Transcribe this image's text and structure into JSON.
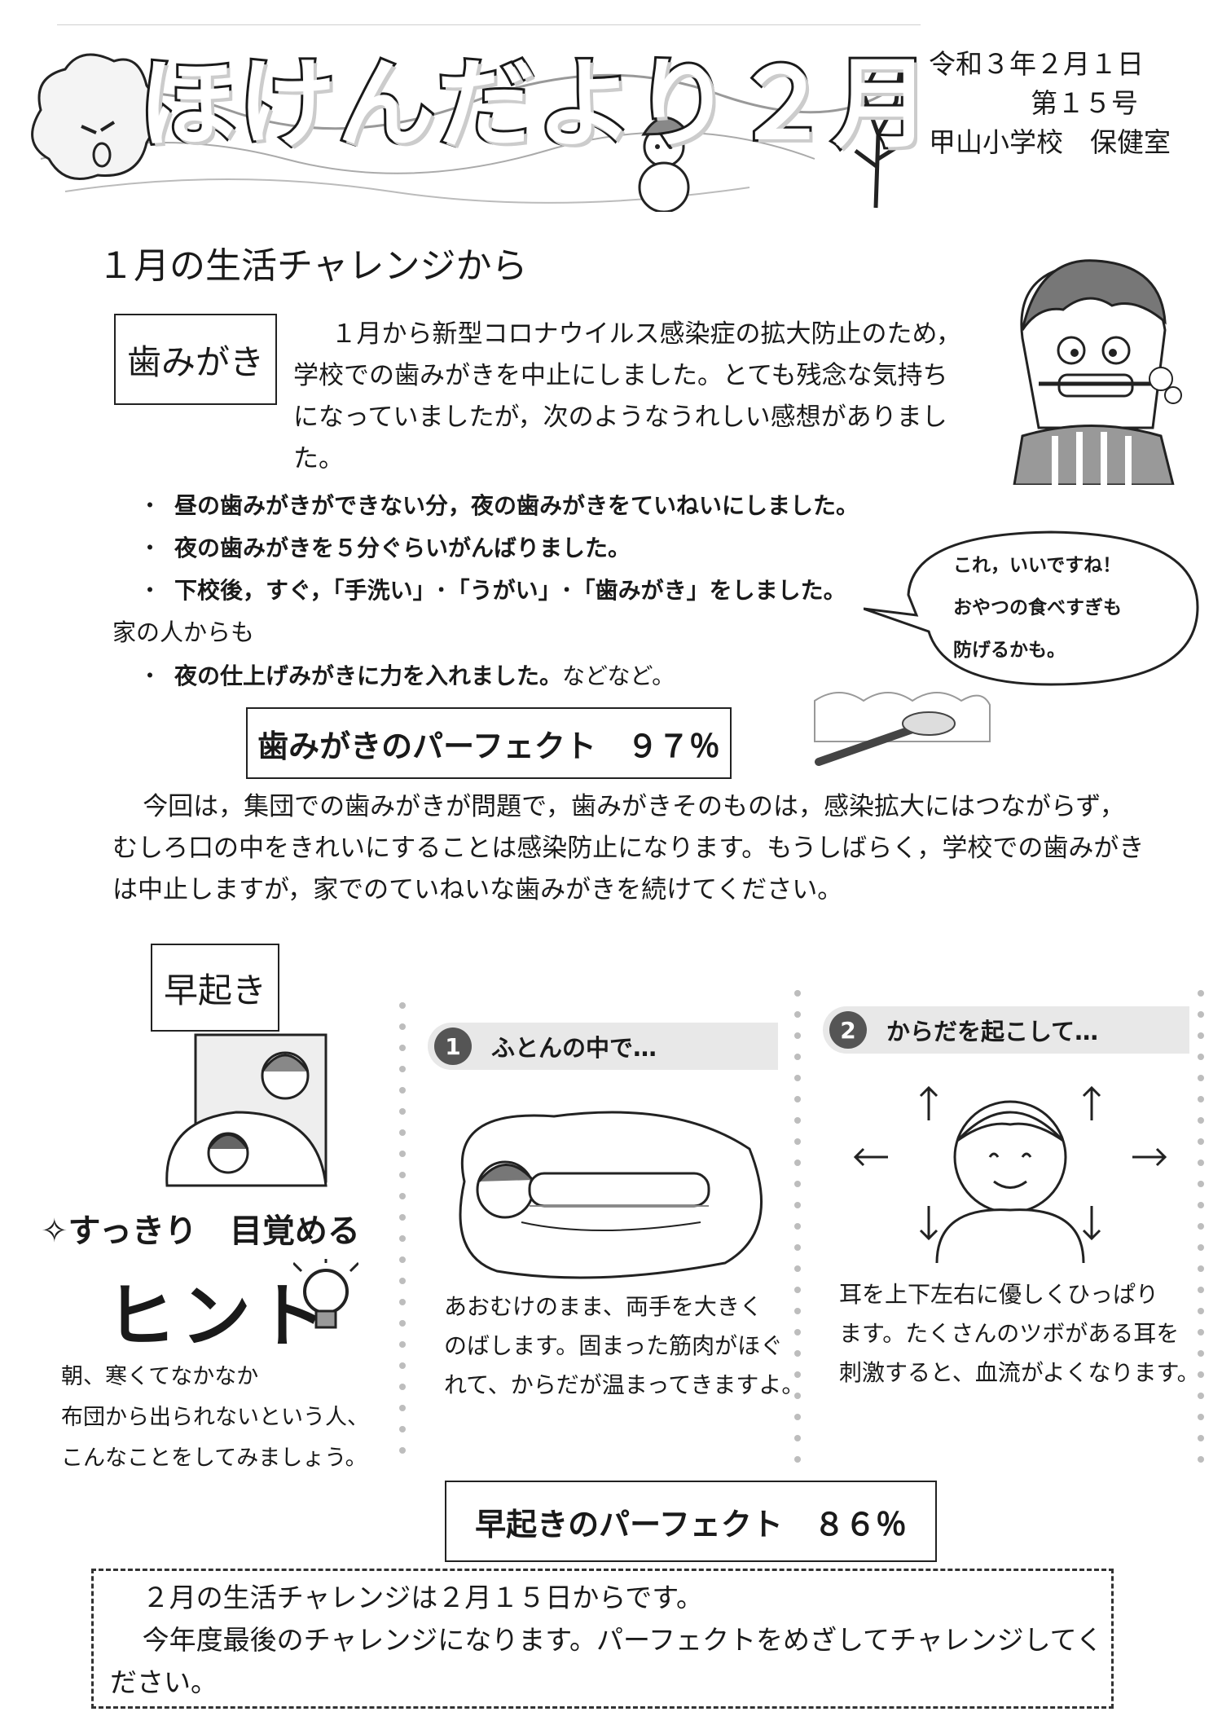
{
  "header": {
    "title": "ほけんだより２月",
    "date": "令和３年２月１日",
    "issue_number": "第１５号",
    "school": "甲山小学校　保健室"
  },
  "section": {
    "title": "１月の生活チャレンジから"
  },
  "toothbrushing": {
    "label": "歯みがき",
    "intro": "１月から新型コロナウイルス感染症の拡大防止のため，学校での歯みがきを中止にしました。とても残念な気持ちになっていましたが，次のようなうれしい感想がありました。",
    "bullets": [
      "昼の歯みがきができない分，夜の歯みがきをていねいにしました。",
      "夜の歯みがきを５分ぐらいがんばりました。",
      "下校後，すぐ，「手洗い」･「うがい」･「歯みがき」をしました。"
    ],
    "family_label": "家の人からも",
    "family_bullet": "夜の仕上げみがきに力を入れました。",
    "family_suffix": "などなど。",
    "speech_bubble": [
      "これ，いいですね！",
      "おやつの食べすぎも",
      "防げるかも。"
    ],
    "perfect": "歯みがきのパーフェクト　９７％",
    "paragraph": "今回は，集団での歯みがきが問題で，歯みがきそのものは，感染拡大にはつながらず，むしろ口の中をきれいにすることは感染防止になります。もうしばらく，学校での歯みがきは中止しますが，家でのていねいな歯みがきを続けてください。"
  },
  "early_rising": {
    "label": "早起き",
    "hint_title": "すっきり　目覚める",
    "hint_big": "ヒント",
    "hint_text": [
      "朝、寒くてなかなか",
      "布団から出られないという人、",
      "こんなことをしてみましょう。"
    ],
    "step1_num": "1",
    "step1_title": "ふとんの中で…",
    "step1_text": [
      "あおむけのまま、両手を大きく",
      "のばします。固まった筋肉がほぐ",
      "れて、からだが温まってきますよ。"
    ],
    "step2_num": "2",
    "step2_title": "からだを起こして…",
    "step2_text": [
      "耳を上下左右に優しくひっぱり",
      "ます。たくさんのツボがある耳を",
      "刺激すると、血流がよくなります。"
    ],
    "perfect": "早起きのパーフェクト　８６％"
  },
  "note": {
    "line1": "２月の生活チャレンジは２月１５日からです。",
    "line2": "今年度最後のチャレンジになります。パーフェクトをめざしてチャレンジしてください。"
  }
}
